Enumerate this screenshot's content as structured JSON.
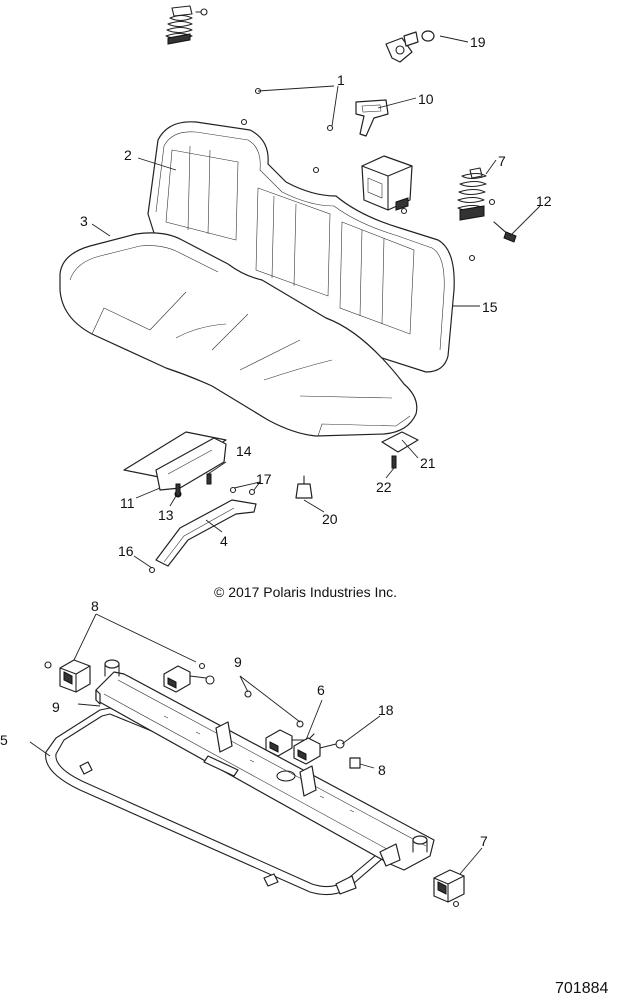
{
  "copyright": "© 2017 Polaris Industries Inc.",
  "drawing_number": "701884",
  "callouts": {
    "c1": "1",
    "c2": "2",
    "c3": "3",
    "c4": "4",
    "c5": "5",
    "c6": "6",
    "c7a": "7",
    "c7b": "7",
    "c8a": "8",
    "c8b": "8",
    "c9a": "9",
    "c9b": "9",
    "c10": "10",
    "c11": "11",
    "c12": "12",
    "c13": "13",
    "c14": "14",
    "c15": "15",
    "c16": "16",
    "c17": "17",
    "c18": "18",
    "c19": "19",
    "c20": "20",
    "c21": "21",
    "c22": "22"
  }
}
